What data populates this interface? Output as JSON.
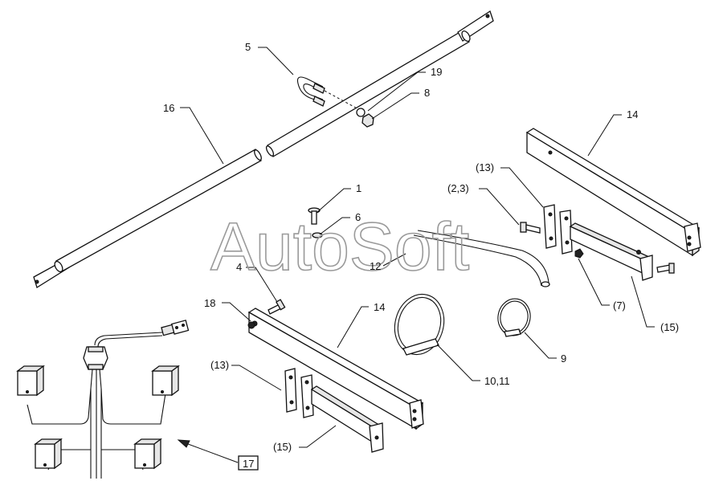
{
  "watermark": "AutoSoft",
  "callouts": {
    "c1": "1",
    "c4": "4",
    "c5": "5",
    "c6": "6",
    "c7": "(7)",
    "c8": "8",
    "c9": "9",
    "c10_11": "10,11",
    "c12": "12",
    "c13_upper": "(13)",
    "c13_lower": "(13)",
    "c14_upper": "14",
    "c14_lower": "14",
    "c15_upper": "(15)",
    "c15_lower": "(15)",
    "c16": "16",
    "c17": "17",
    "c18": "18",
    "c19": "19",
    "c2_3": "(2,3)"
  }
}
